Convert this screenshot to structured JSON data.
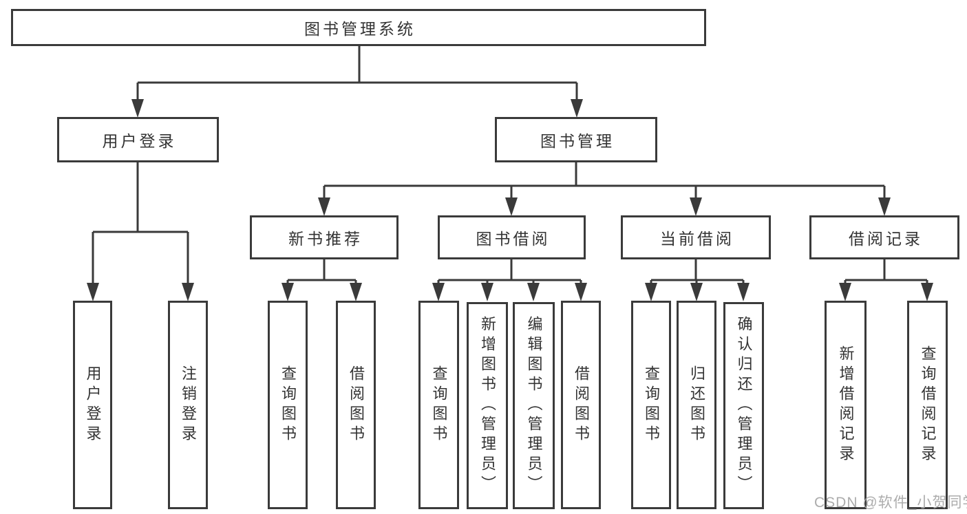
{
  "diagram_type": "hierarchy-tree",
  "tree": {
    "label": "图书管理系统",
    "children": [
      {
        "label": "用户登录",
        "children": [
          {
            "label": "用户登录"
          },
          {
            "label": "注销登录"
          }
        ]
      },
      {
        "label": "图书管理",
        "children": [
          {
            "label": "新书推荐",
            "children": [
              {
                "label": "查询图书"
              },
              {
                "label": "借阅图书"
              }
            ]
          },
          {
            "label": "图书借阅",
            "children": [
              {
                "label": "查询图书"
              },
              {
                "label": "新增图书（管理员）"
              },
              {
                "label": "编辑图书（管理员）"
              },
              {
                "label": "借阅图书"
              }
            ]
          },
          {
            "label": "当前借阅",
            "children": [
              {
                "label": "查询图书"
              },
              {
                "label": "归还图书"
              },
              {
                "label": "确认归还（管理员）"
              }
            ]
          },
          {
            "label": "借阅记录",
            "children": [
              {
                "label": "新增借阅记录"
              },
              {
                "label": "查询借阅记录"
              }
            ]
          }
        ]
      }
    ]
  },
  "watermark": {
    "text": "CSDN @软件_小贺同学"
  },
  "colors": {
    "line": "#3a3a3a",
    "box_border": "#3a3a3a",
    "text": "#333333",
    "watermark": "#a8a8a8",
    "background": "#ffffff"
  }
}
